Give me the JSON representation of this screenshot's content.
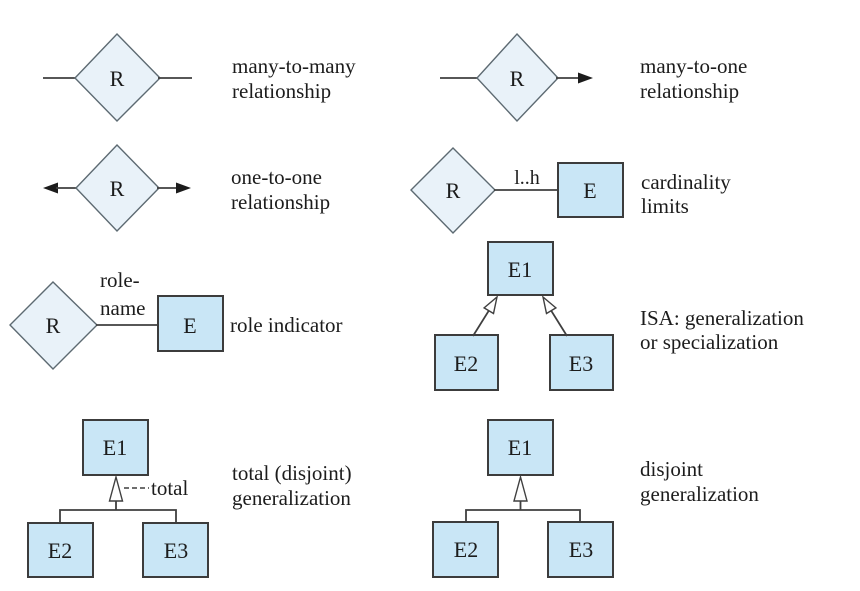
{
  "colors": {
    "background": "#ffffff",
    "diamond_fill": "#e9f2f9",
    "entity_fill": "#c9e6f6",
    "diamond_border": "#5d6a72",
    "entity_border": "#3c3c3c",
    "line": "#3f3f3f",
    "text": "#1c1c1c"
  },
  "figures": {
    "many_to_many": {
      "diamond": "R",
      "label1": "many-to-many",
      "label2": "relationship"
    },
    "many_to_one": {
      "diamond": "R",
      "label1": "many-to-one",
      "label2": "relationship"
    },
    "one_to_one": {
      "diamond": "R",
      "label1": "one-to-one",
      "label2": "relationship"
    },
    "cardinality_limits": {
      "diamond": "R",
      "entity": "E",
      "edge_label": "l..h",
      "label1": "cardinality",
      "label2": "limits"
    },
    "role_indicator": {
      "diamond": "R",
      "entity": "E",
      "role_line1": "role-",
      "role_line2": "name",
      "label1": "role indicator"
    },
    "isa": {
      "parent": "E1",
      "left_child": "E2",
      "right_child": "E3",
      "label1": "ISA: generalization",
      "label2": "or specialization"
    },
    "total_generalization": {
      "parent": "E1",
      "left_child": "E2",
      "right_child": "E3",
      "annotation": "total",
      "label1": "total (disjoint)",
      "label2": "generalization"
    },
    "disjoint_generalization": {
      "parent": "E1",
      "left_child": "E2",
      "right_child": "E3",
      "label1": "disjoint",
      "label2": "generalization"
    }
  }
}
